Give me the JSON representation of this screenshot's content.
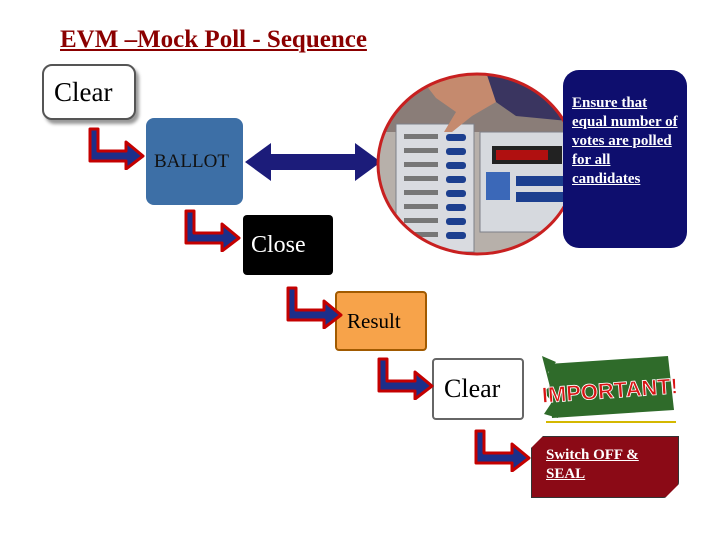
{
  "title": "EVM –Mock Poll - Sequence",
  "steps": {
    "clear_first": "Clear",
    "ballot": "BALLOT",
    "close": "Close",
    "result": "Result",
    "clear_second": "Clear"
  },
  "note_ensure": "Ensure that equal number of votes are polled for all candidates",
  "important_label": "IMPORTANT!",
  "note_seal": "Switch OFF & SEAL",
  "colors": {
    "title": "#8b0000",
    "ballot": "#3d6fa6",
    "result": "#f7a34a",
    "ensure_bg": "#0e0e6e",
    "seal_bg": "#8b0a16",
    "arrow_fill": "#1c2f8a",
    "arrow_outline": "#c40000"
  }
}
